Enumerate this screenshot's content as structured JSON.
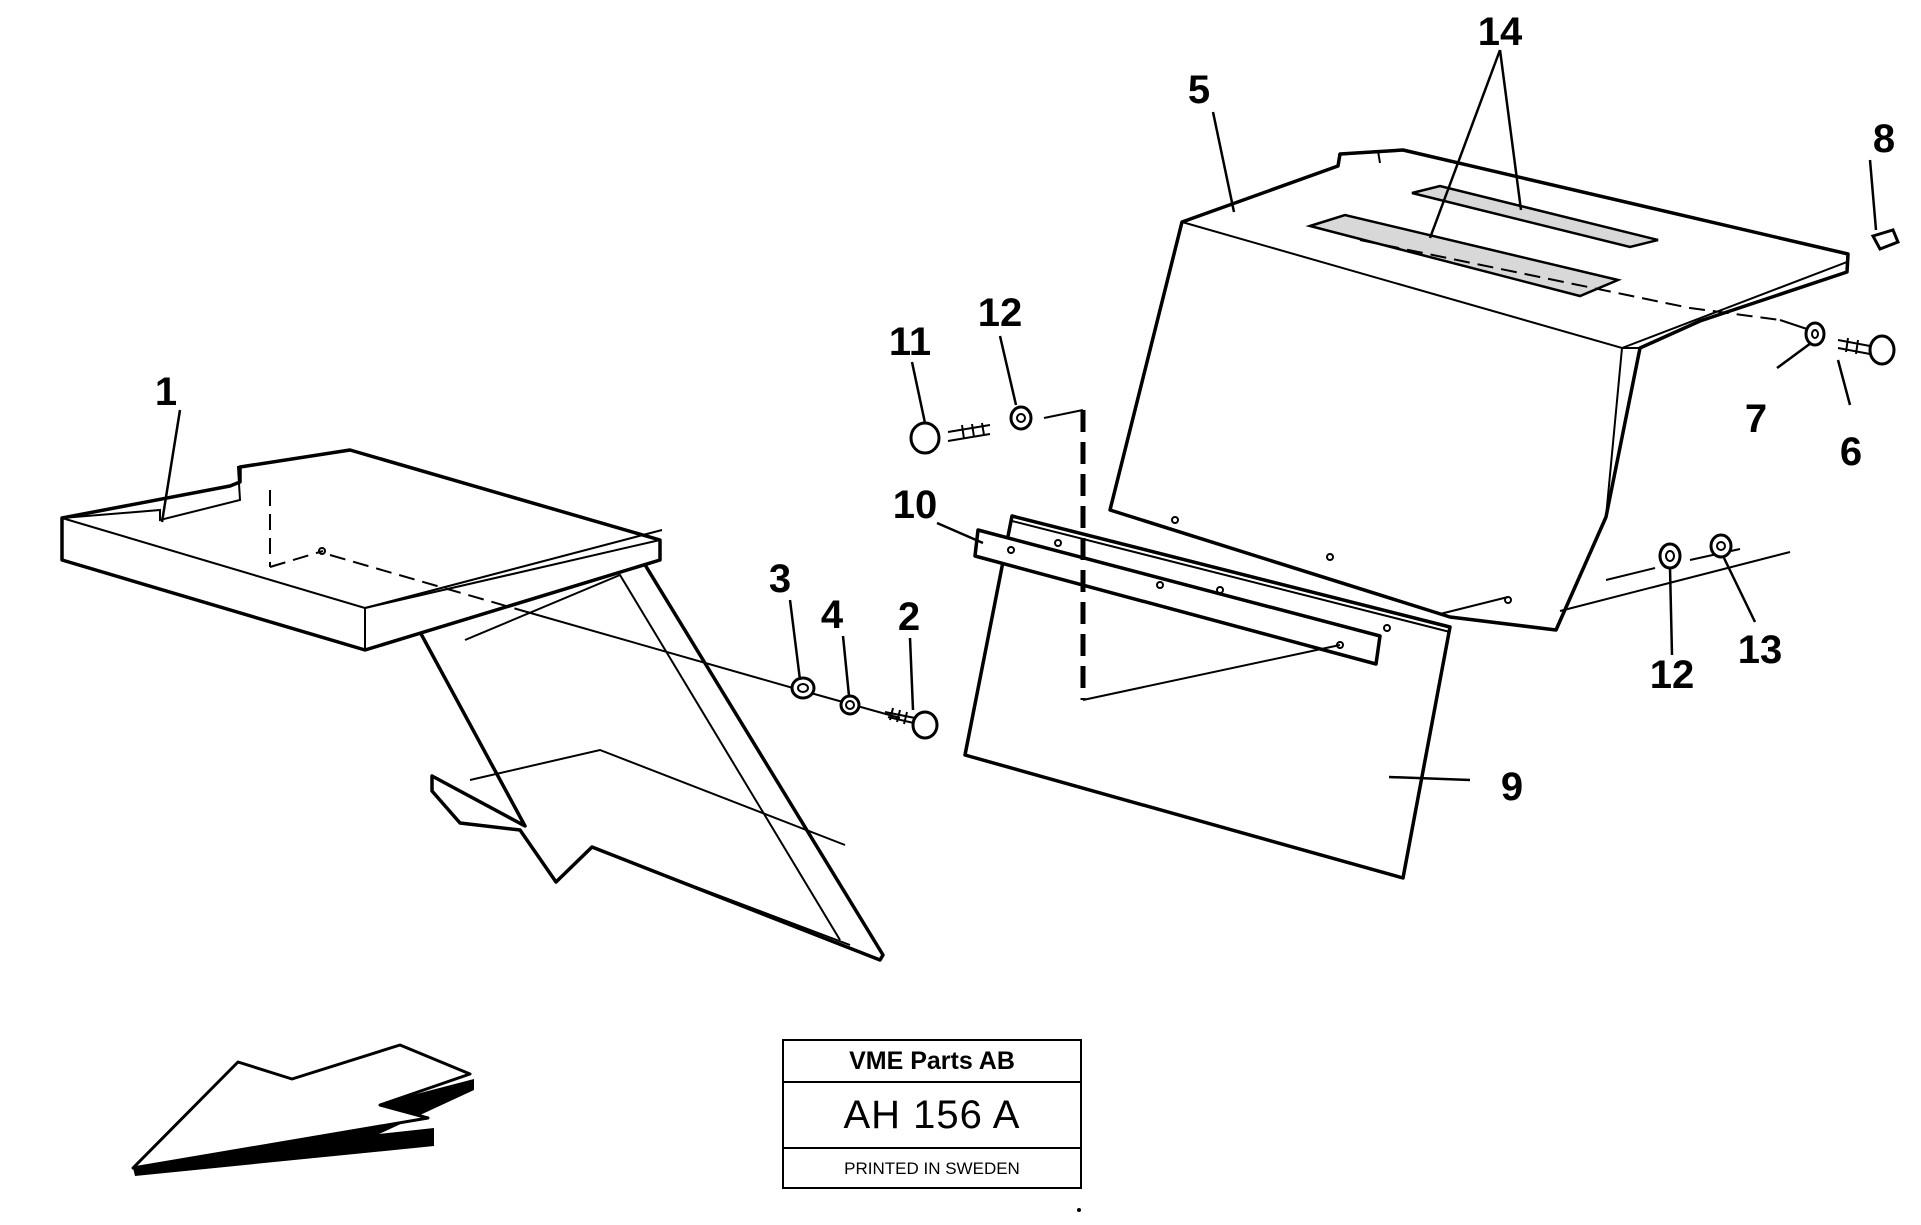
{
  "callouts": {
    "c1": "1",
    "c2": "2",
    "c3": "3",
    "c4": "4",
    "c5": "5",
    "c6": "6",
    "c7": "7",
    "c8": "8",
    "c9": "9",
    "c10": "10",
    "c11": "11",
    "c12a": "12",
    "c12b": "12",
    "c13": "13",
    "c14": "14"
  },
  "title_block": {
    "company": "VME Parts AB",
    "drawing_code": "AH 156 A",
    "printed": "PRINTED IN SWEDEN"
  }
}
